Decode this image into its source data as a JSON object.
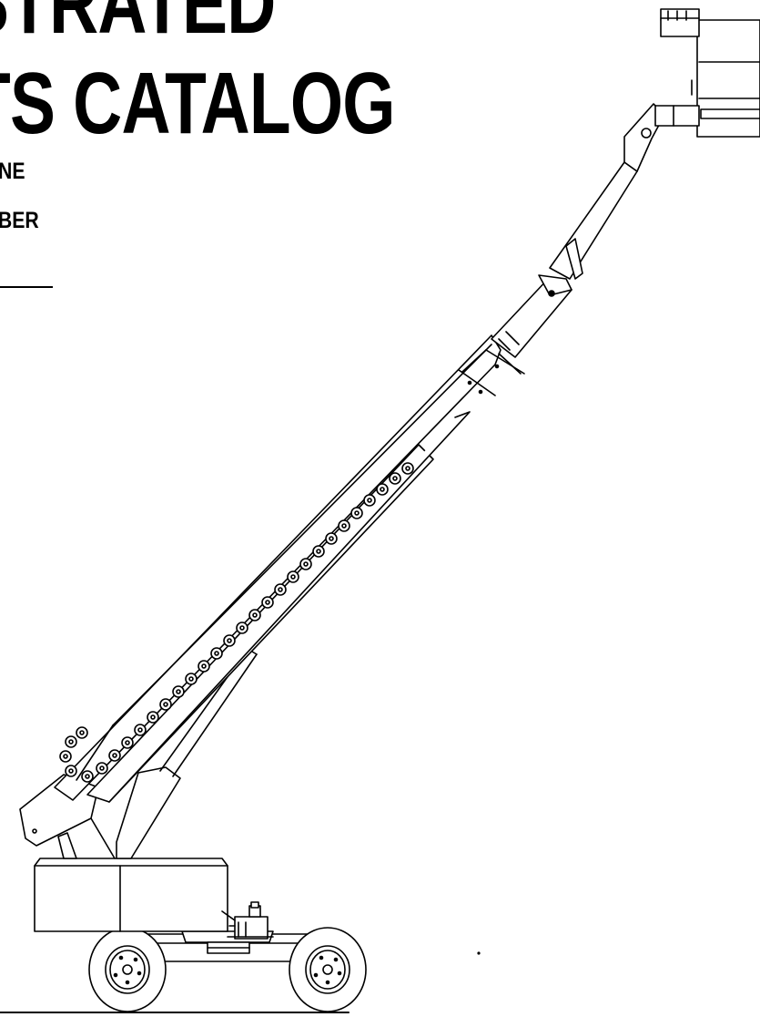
{
  "header": {
    "title_line1": "STRATED",
    "title_line2": "TS CATALOG",
    "subtitle_line1": "NE",
    "subtitle_line2": "IBER"
  },
  "illustration": {
    "subject": "boom-lift-icon",
    "stroke_color": "#000000",
    "fill_color": "#ffffff"
  }
}
